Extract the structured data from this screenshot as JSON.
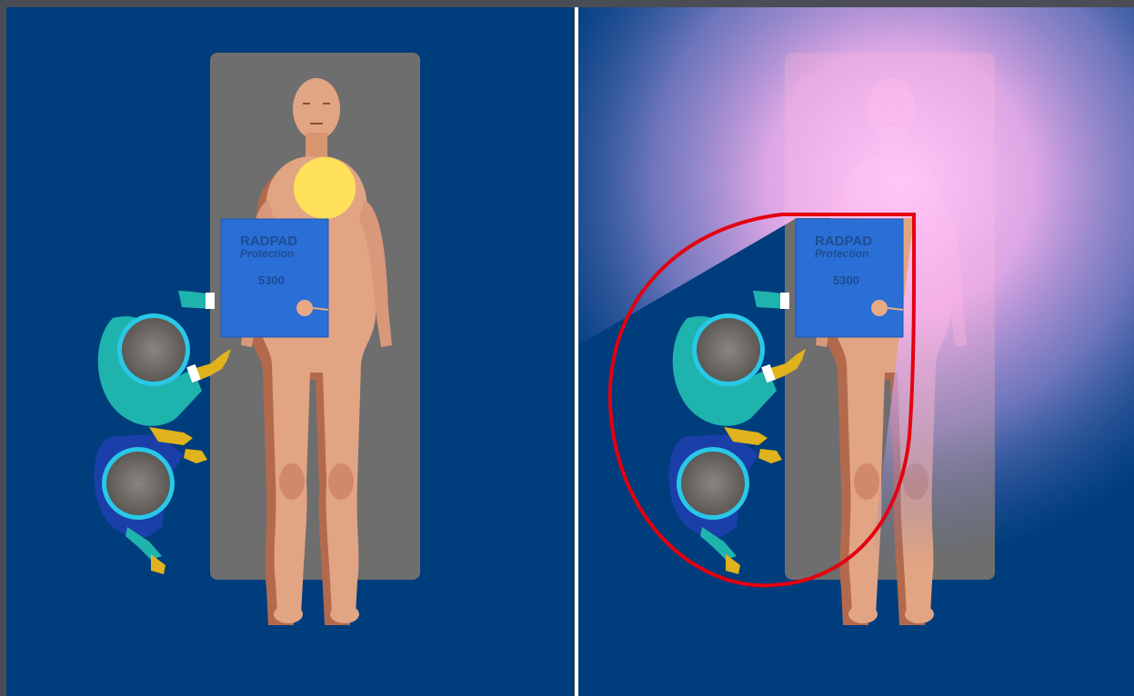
{
  "panels": [
    {
      "id": "left",
      "pad": {
        "brand": "RADPAD",
        "tagline": "Protection",
        "model": "5300"
      },
      "radiation_spot": true,
      "scatter_glow": false,
      "highlight_oval": false
    },
    {
      "id": "right",
      "pad": {
        "brand": "RADPAD",
        "tagline": "Protection",
        "model": "5300"
      },
      "radiation_spot": false,
      "scatter_glow": true,
      "highlight_oval": true
    }
  ],
  "colors": {
    "background": "#003d7c",
    "table": "#6e6e6e",
    "skin": "#e2a583",
    "skin_shadow": "#b36a4c",
    "radiation_spot": "#ffe15a",
    "pad": "#2a6fd6",
    "gown_teal": "#1fb3ad",
    "gown_blue": "#1a3fa8",
    "glove": "#e0b21b",
    "highlight": "#e4000f",
    "glow": "#ffb8f5"
  }
}
